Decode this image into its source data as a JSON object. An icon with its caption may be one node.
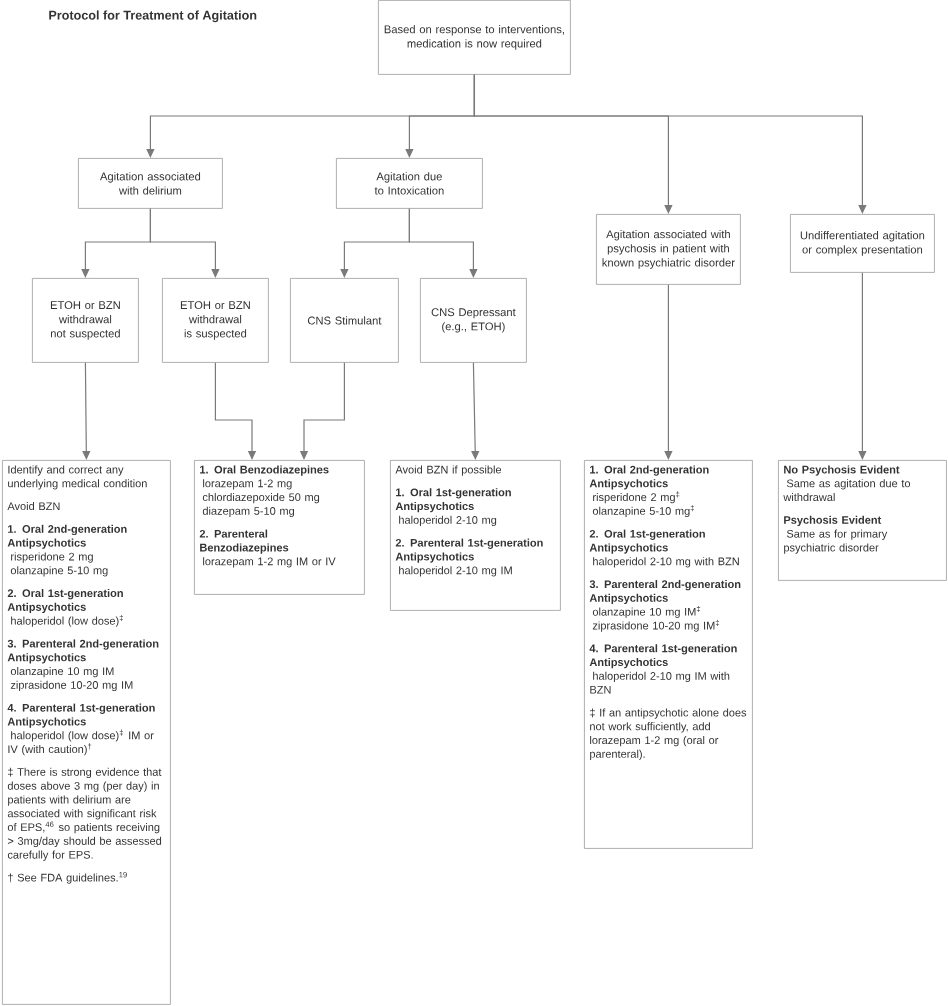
{
  "diagram": {
    "title": "Protocol for Treatment of Agitation",
    "nodes": [
      {
        "text": [
          "Based on response to interventions, medication is now required"
        ]
      },
      {
        "text": [
          "Agitation associated with delirium"
        ]
      },
      {
        "text": [
          "Agitation due to Intoxication"
        ]
      },
      {
        "text": [
          "Agitation associated with psychosis in patient with known psychiatric disorder"
        ]
      },
      {
        "text": [
          "Undifferentiated agitation or complex presentation"
        ]
      },
      {
        "text": [
          "ETOH or BZN withdrawal not suspected"
        ]
      },
      {
        "text": [
          "ETOH or BZN withdrawal is suspected"
        ]
      },
      {
        "text": [
          "CNS Stimulant"
        ]
      },
      {
        "text": [
          "CNS Depressant (e.g., ETOH)"
        ]
      },
      {
        "text": [
          "Identify and correct any underlying medical condition",
          "Avoid BZN",
          "1. Oral 2nd-generation Antipsychotics",
          "risperidone 2 mg",
          "olanzapine 5-10 mg",
          "2. Oral 1st-generation Antipsychotics",
          "haloperidol (low dose)$^{‡}$",
          "3. Parenteral 2nd-generation Antipsychotics",
          "olanzapine 10 mg IM",
          "ziprasidone 10-20 mg IM",
          "4. Parenteral 1st-generation Antipsychotics",
          "haloperidol (low dose)$^{‡}$ IM or IV (with caution)$^{†}$",
          "‡ There is strong evidence that doses above 3 mg (per day) in patients with delirium are associated with significant risk of EPS,$^{46}$ so patients receiving > 3mg/day should be assessed carefully for EPS.",
          "† See FDA guidelines.$^{19}$"
        ]
      },
      {
        "text": [
          "1. Oral Benzodiazepines",
          "lorazepam 1-2 mg",
          "chlordiazepoxide 50 mg",
          "diazepam 5-10 mg",
          "2. Parenteral Benzodiazepines",
          "lorazepam 1-2 mg IM or IV"
        ]
      },
      {
        "text": [
          "Avoid BZN if possible",
          "1. Oral 1st-generation Antipsychotics",
          "haloperidol 2-10 mg",
          "2. Parenteral 1st-generation Antipsychotics",
          "haloperidol 2-10 mg IM"
        ]
      },
      {
        "text": [
          "1. Oral 2nd-generation Antipsychotics",
          "risperidone 2 mg$^{‡}$",
          "olanzapine 5-10 mg$^{‡}$",
          "2. Oral 1st-generation Antipsychotics",
          "haloperidol 2-10 mg with BZN",
          "3. Parenteral 2nd-generation Antipsychotics",
          "olanzapine 10 mg IM$^{‡}$",
          "ziprasidone 10-20 mg IM$^{‡}$",
          "4. Parenteral 1st-generation Antipsychotics",
          "haloperidol 2-10 mg IM with BZN",
          "‡ If an antipsychotic alone does not work sufficiently, add lorazepam 1-2 mg (oral or parenteral)."
        ]
      },
      {
        "text": [
          "No Psychosis Evident",
          "Same as agitation due to withdrawal",
          "Psychosis Evident",
          "Same as for primary psychiatric disorder"
        ]
      }
    ],
    "edges": [
      {
        "from": 0,
        "to": 1,
        "arrow": "to"
      },
      {
        "from": 0,
        "to": 2,
        "arrow": "to"
      },
      {
        "from": 0,
        "to": 3,
        "arrow": "to"
      },
      {
        "from": 0,
        "to": 4,
        "arrow": "to"
      },
      {
        "from": 1,
        "to": 5,
        "arrow": "to"
      },
      {
        "from": 1,
        "to": 6,
        "arrow": "to"
      },
      {
        "from": 2,
        "to": 7,
        "arrow": "to"
      },
      {
        "from": 2,
        "to": 8,
        "arrow": "to"
      },
      {
        "from": 5,
        "to": 9,
        "arrow": "to"
      },
      {
        "from": 6,
        "to": 10,
        "arrow": "to"
      },
      {
        "from": 7,
        "to": 10,
        "arrow": "to"
      },
      {
        "from": 8,
        "to": 11,
        "arrow": "to"
      },
      {
        "from": 3,
        "to": 12,
        "arrow": "to"
      },
      {
        "from": 4,
        "to": 13,
        "arrow": "to"
      }
    ]
  }
}
